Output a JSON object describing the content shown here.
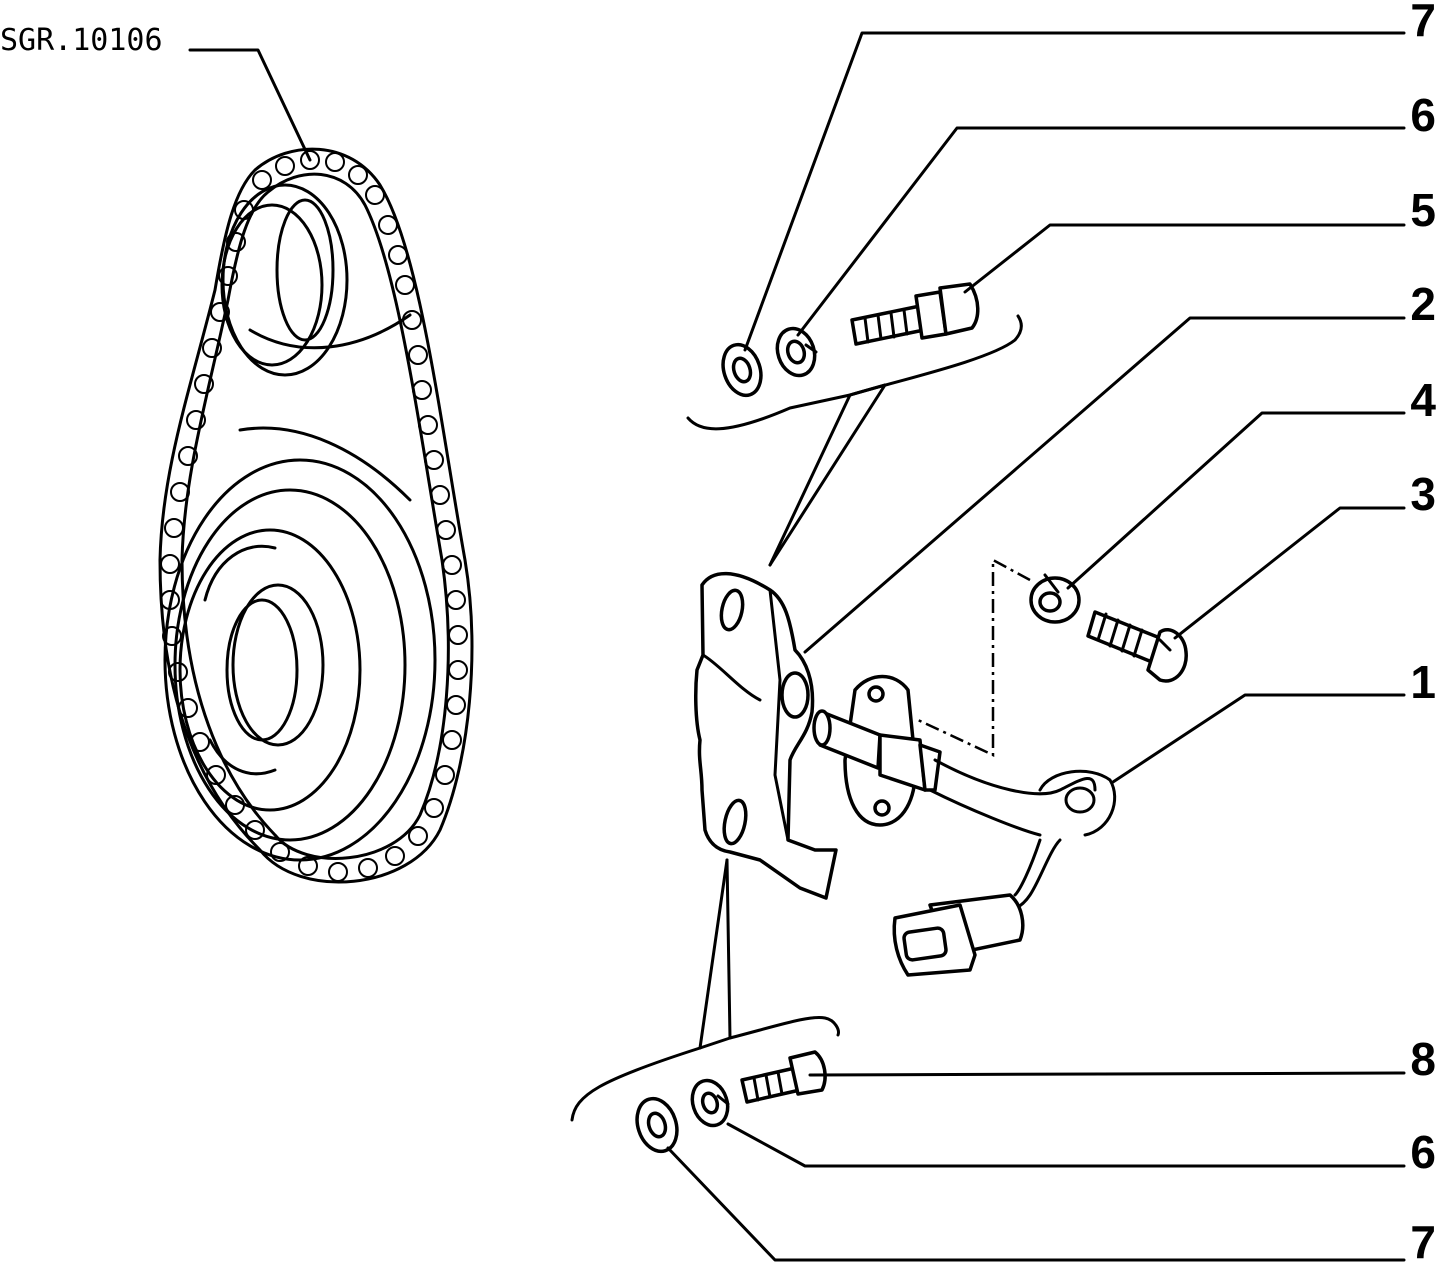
{
  "drawing_ref": "SGR.10106",
  "callouts": [
    {
      "id": "c7a",
      "label": "7"
    },
    {
      "id": "c6a",
      "label": "6"
    },
    {
      "id": "c5",
      "label": "5"
    },
    {
      "id": "c2",
      "label": "2"
    },
    {
      "id": "c4",
      "label": "4"
    },
    {
      "id": "c3",
      "label": "3"
    },
    {
      "id": "c1",
      "label": "1"
    },
    {
      "id": "c8",
      "label": "8"
    },
    {
      "id": "c6b",
      "label": "6"
    },
    {
      "id": "c7b",
      "label": "7"
    }
  ],
  "colors": {
    "line": "#000000",
    "background": "#ffffff"
  }
}
